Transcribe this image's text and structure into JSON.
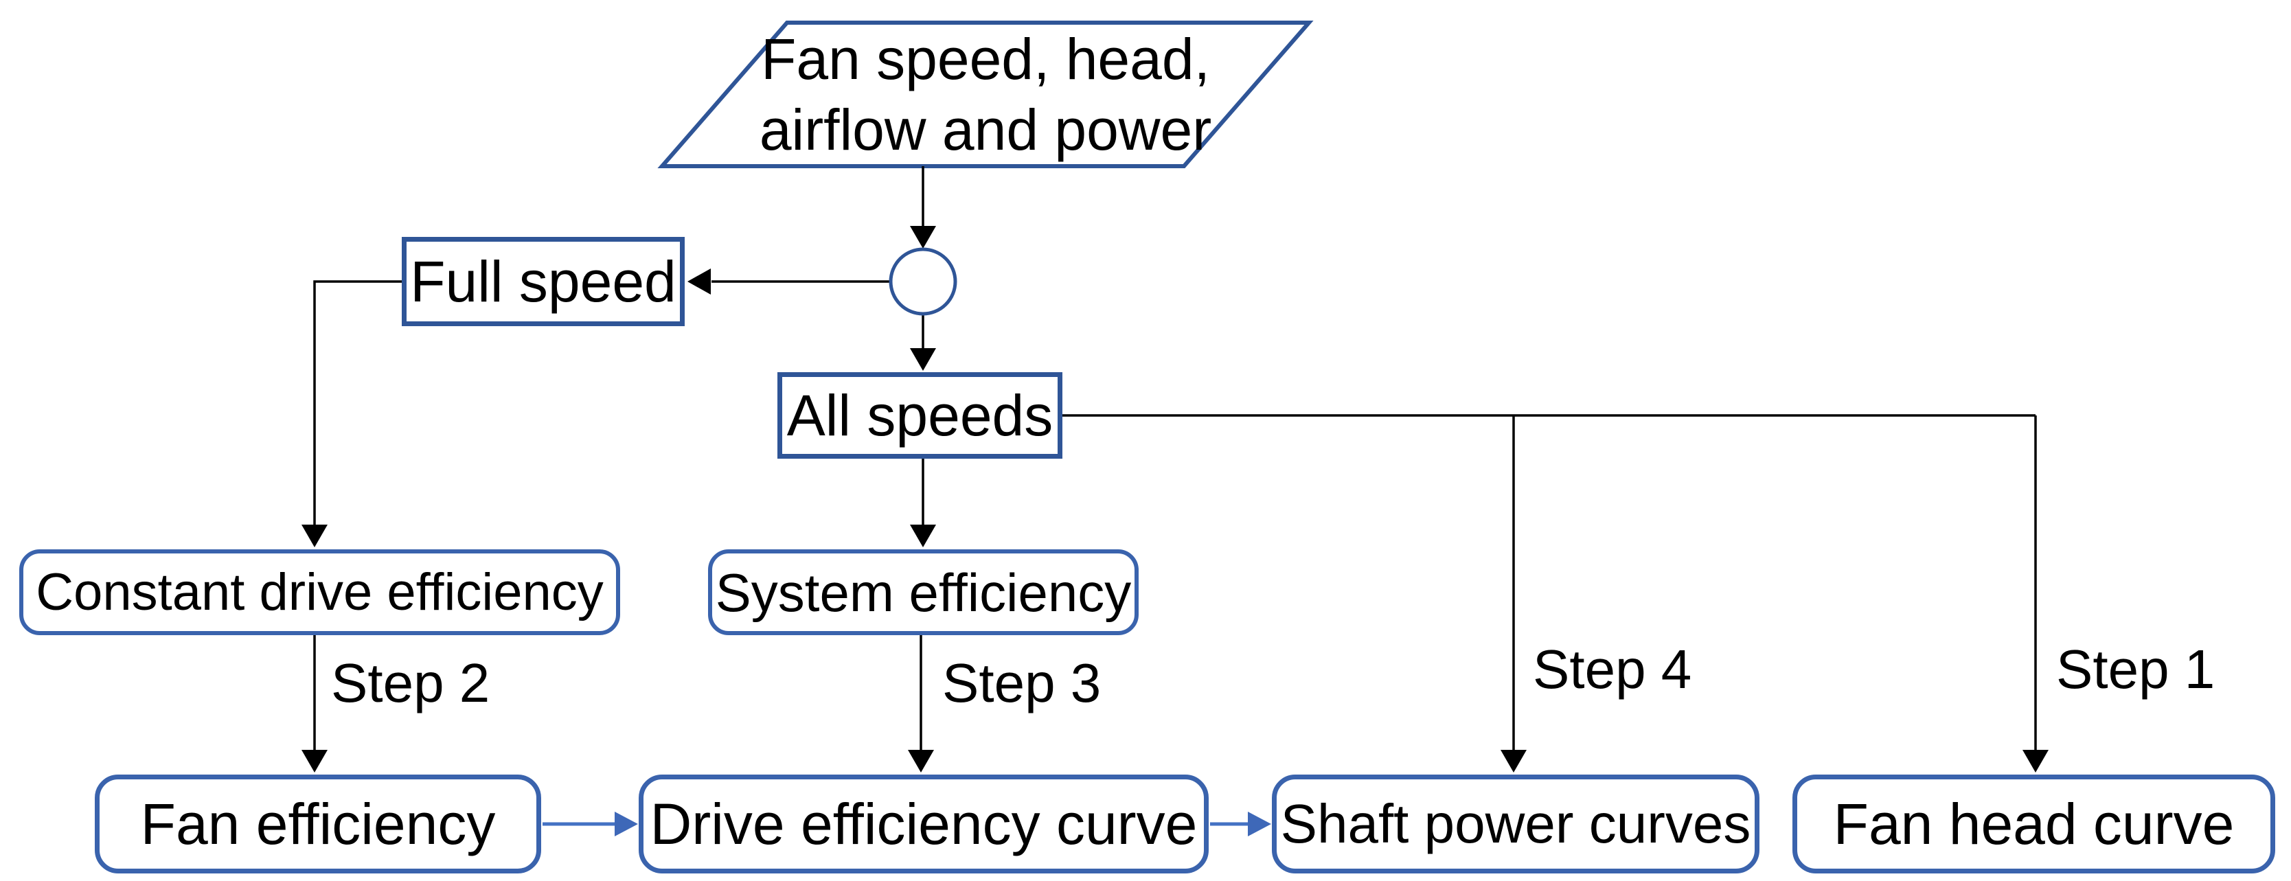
{
  "diagram": {
    "title_implicit": "Fan curve derivation flowchart",
    "colors": {
      "background": "#ffffff",
      "shape_border": "#2F5597",
      "rounded_border": "#3A63AD",
      "connector_black": "#000000",
      "flow_arrow_blue": "#4472C4",
      "text": "#000000"
    },
    "nodes": {
      "input_parallelogram": {
        "shape": "parallelogram",
        "label_line1": "Fan speed, head,",
        "label_line2": "airflow and power"
      },
      "junction_circle": {
        "shape": "circle",
        "label": ""
      },
      "full_speed": {
        "shape": "rectangle",
        "label": "Full speed"
      },
      "all_speeds": {
        "shape": "rectangle",
        "label": "All speeds"
      },
      "constant_drive_efficiency": {
        "shape": "rounded-rectangle",
        "label": "Constant drive efficiency"
      },
      "system_efficiency": {
        "shape": "rounded-rectangle",
        "label": "System efficiency"
      },
      "fan_efficiency": {
        "shape": "rounded-rectangle",
        "label": "Fan efficiency"
      },
      "drive_efficiency_curve": {
        "shape": "rounded-rectangle",
        "label": "Drive efficiency curve"
      },
      "shaft_power_curves": {
        "shape": "rounded-rectangle",
        "label": "Shaft power curves"
      },
      "fan_head_curve": {
        "shape": "rounded-rectangle",
        "label": "Fan head curve"
      }
    },
    "edge_labels": {
      "step1": "Step 1",
      "step2": "Step 2",
      "step3": "Step 3",
      "step4": "Step 4"
    },
    "edges": [
      "input_parallelogram -> junction_circle",
      "junction_circle -> full_speed",
      "junction_circle -> all_speeds",
      "full_speed -> constant_drive_efficiency",
      "constant_drive_efficiency -> fan_efficiency (Step 2)",
      "all_speeds -> system_efficiency",
      "system_efficiency -> drive_efficiency_curve (Step 3)",
      "all_speeds -> shaft_power_curves (Step 4)",
      "all_speeds -> fan_head_curve (Step 1)",
      "fan_efficiency -> drive_efficiency_curve (blue)",
      "drive_efficiency_curve -> shaft_power_curves (blue)"
    ]
  }
}
